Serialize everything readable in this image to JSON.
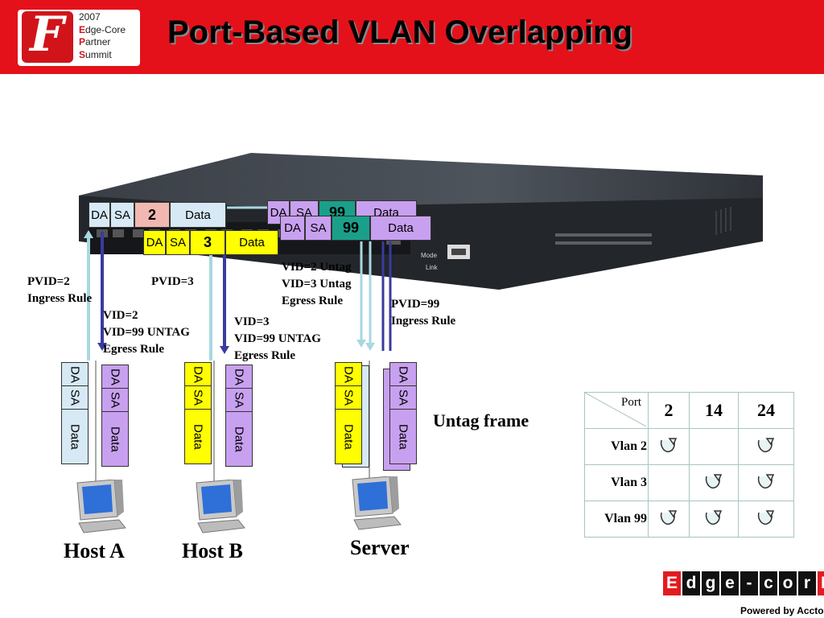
{
  "header": {
    "summit_year": "2007",
    "summit_line_e": "E",
    "summit_line_e_rest": "dge-Core",
    "summit_line_p": "P",
    "summit_line_p_rest": "artner",
    "summit_line_s": "S",
    "summit_line_s_rest": "ummit",
    "title": "Port-Based VLAN Overlapping"
  },
  "switch_panel": {
    "mode_label": "Mode",
    "link_label": "Link"
  },
  "frames": {
    "host_a_tagged": {
      "da": "DA",
      "sa": "SA",
      "vid": "2",
      "data": "Data"
    },
    "host_b_tagged": {
      "da": "DA",
      "sa": "SA",
      "vid": "3",
      "data": "Data"
    },
    "server_tagged_back": {
      "da": "DA",
      "sa": "SA",
      "vid": "99",
      "data": "Data"
    },
    "server_tagged_front": {
      "da": "DA",
      "sa": "SA",
      "vid": "99",
      "data": "Data"
    }
  },
  "rules": {
    "host_a_ingress_line1": "PVID=2",
    "host_a_ingress_line2": "Ingress Rule",
    "host_a_egress_line1": "VID=2",
    "host_a_egress_line2": "VID=99 UNTAG",
    "host_a_egress_line3": "Egress Rule",
    "host_b_pvid": "PVID=3",
    "host_b_egress_line1": "VID=3",
    "host_b_egress_line2": "VID=99 UNTAG",
    "host_b_egress_line3": "Egress Rule",
    "server_egress_line1": "VID=2 Untag",
    "server_egress_line2": "VID=3 Untag",
    "server_egress_line3": "Egress Rule",
    "server_ingress_line1": "PVID=99",
    "server_ingress_line2": "Ingress Rule"
  },
  "untag_frames": {
    "da": "DA",
    "sa": "SA",
    "data": "Data"
  },
  "untag_frame_label": "Untag frame",
  "hosts": {
    "host_a": "Host A",
    "host_b": "Host B",
    "server": "Server"
  },
  "vlan_table": {
    "corner_label": "Port",
    "ports": [
      "2",
      "14",
      "24"
    ],
    "rows": [
      {
        "label": "Vlan 2",
        "members": [
          true,
          false,
          true
        ]
      },
      {
        "label": "Vlan 3",
        "members": [
          false,
          true,
          true
        ]
      },
      {
        "label": "Vlan 99",
        "members": [
          true,
          true,
          true
        ]
      }
    ],
    "member_icon": "check-arrow-icon"
  },
  "brand": {
    "letters": [
      "E",
      "d",
      "g",
      "e",
      "-",
      "c",
      "o",
      "r",
      "E"
    ],
    "tagline": "Powered by Accton"
  },
  "colors": {
    "header_red": "#e4111a",
    "frame_light_blue": "#d6e9f5",
    "frame_pink": "#f0b8b0",
    "frame_yellow": "#ffff00",
    "frame_purple": "#c8a0f0",
    "frame_teal": "#1aa08a",
    "arrow_light": "#a8d8e0",
    "arrow_dark": "#3a3aa0"
  }
}
